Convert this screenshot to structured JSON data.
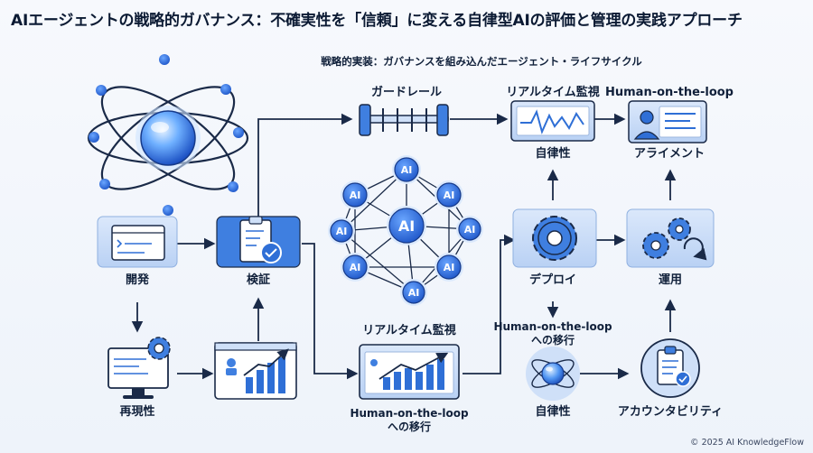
{
  "title": "AIエージェントの戦略的ガバナンス：不確実性を「信頼」に変える自律型AIの評価と管理の実践アプローチ",
  "subtitle": "戦略的実装：ガバナンスを組み込んだエージェント・ライフサイクル",
  "nodes": {
    "guardrail": "ガードレール",
    "monitor_top": "リアルタイム監視",
    "human_top": "Human-on-the-loop",
    "autonomy_top": "自律性",
    "alignment": "アライメント",
    "dev": "開発",
    "verify": "検証",
    "deploy": "デプロイ",
    "ops": "運用",
    "repro": "再現性",
    "monitor_mid": "リアルタイム監視",
    "human_mid_1": "Human-on-the-loop",
    "human_mid_2": "への移行",
    "human_right_1": "Human-on-the-loop",
    "human_right_2": "への移行",
    "autonomy_bottom": "自律性",
    "accountability": "アカウンタビリティ"
  },
  "network_nodes": [
    "AI",
    "AI",
    "AI",
    "AI",
    "AI",
    "AI",
    "AI",
    "AI",
    "AI"
  ],
  "colors": {
    "accent": "#2f6fd6",
    "node_fill": "#3f7fe0",
    "panel_fill": "#cfe0f8",
    "line": "#1a2a48"
  },
  "copyright": "© 2025 AI KnowledgeFlow"
}
